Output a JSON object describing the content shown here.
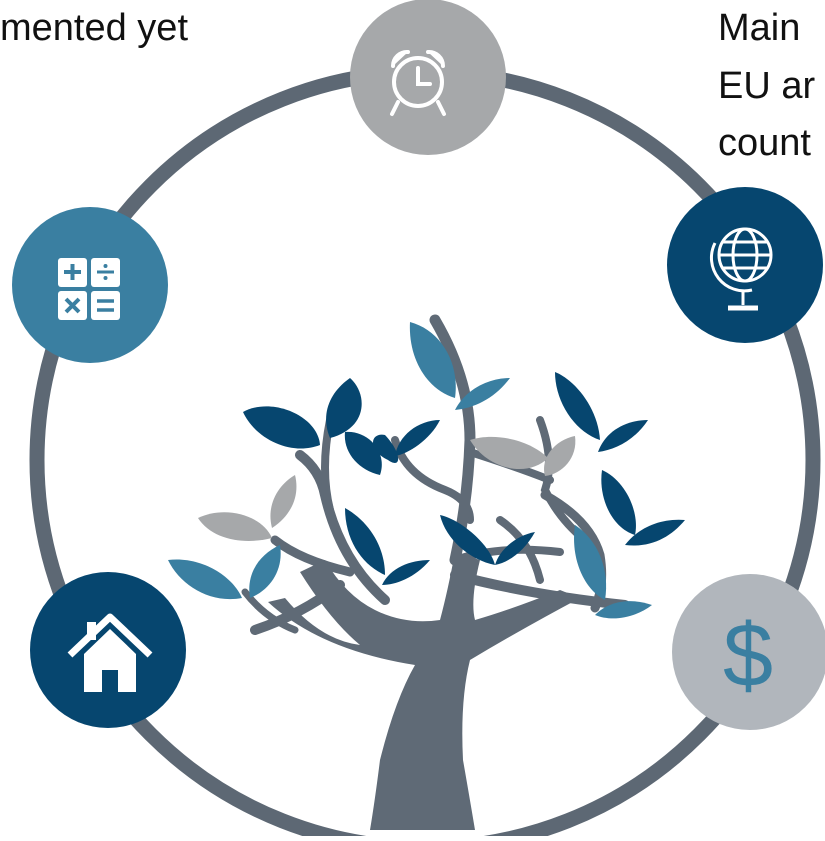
{
  "texts": {
    "top_left": "mented yet",
    "top_right_lines": [
      "Main",
      "EU ar",
      "count"
    ]
  },
  "icons": {
    "top": "alarm-clock-icon",
    "left": "calculator-icon",
    "right": "globe-icon",
    "bottom_left": "home-icon",
    "bottom_right": "dollar-icon"
  },
  "dollar_symbol": "$",
  "colors": {
    "ring": "#5d6874",
    "trunk": "#5f6a76",
    "navy": "#06466f",
    "steel_blue": "#3a7fa1",
    "gray": "#a6a8aa",
    "light_gray": "#b1b6bc",
    "dollar": "#3a7fa1"
  }
}
